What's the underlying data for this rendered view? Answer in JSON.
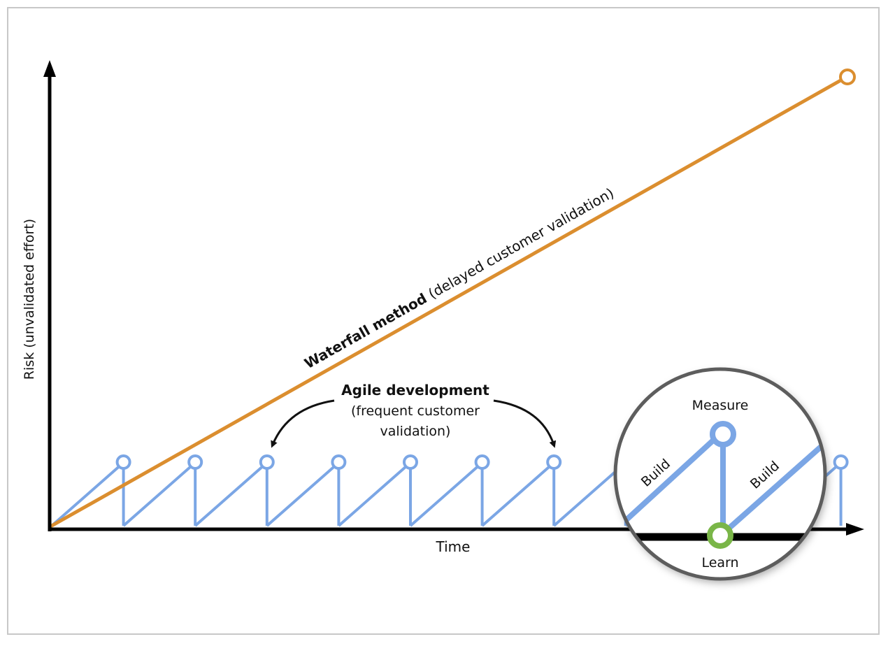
{
  "axes": {
    "y_label": "Risk (unvalidated effort)",
    "x_label": "Time"
  },
  "waterfall": {
    "bold": "Waterfall method",
    "rest": " (delayed customer validation)",
    "color": "#DB8E2F"
  },
  "agile": {
    "title": "Agile development",
    "line1": "(frequent customer",
    "line2": "validation)",
    "color": "#7BA6E5",
    "cycles": 11
  },
  "inset": {
    "measure": "Measure",
    "learn": "Learn",
    "build_left": "Build",
    "build_right": "Build",
    "learn_color": "#7AB648"
  }
}
